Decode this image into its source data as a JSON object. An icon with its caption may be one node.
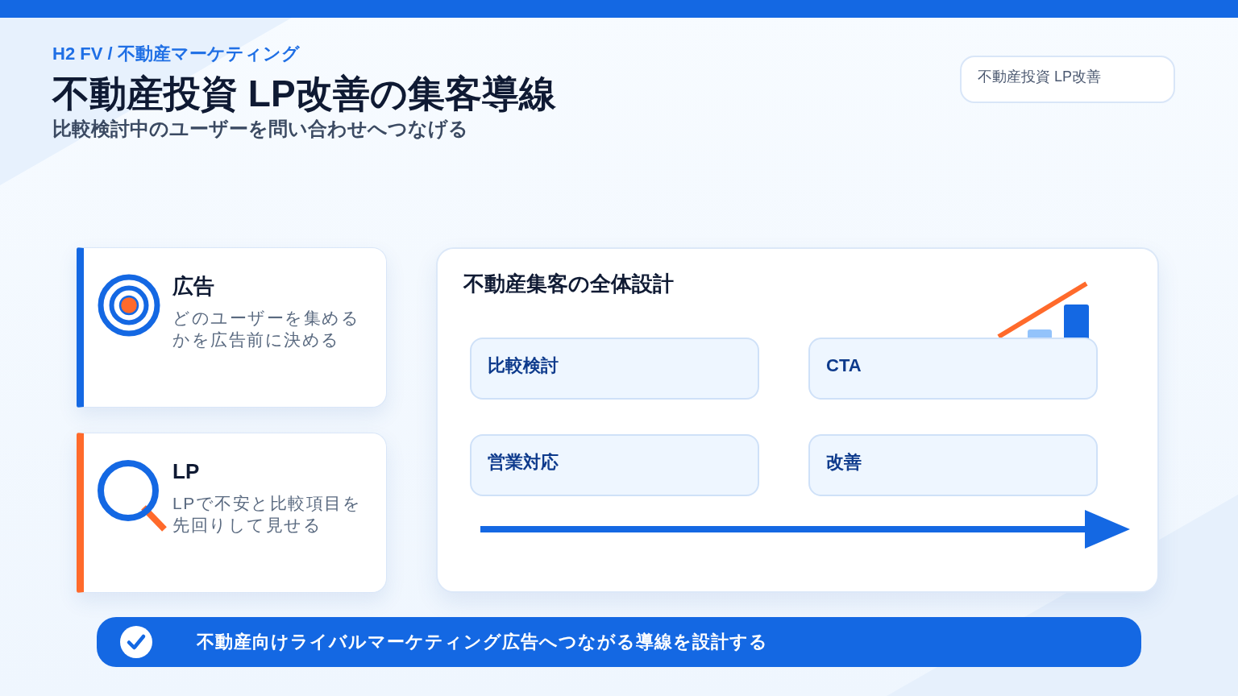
{
  "diagram": {
    "title": "不動産投資 LP改善の集客導線",
    "nodes": [
      {
        "text": [
          "不動産投資 LP改善"
        ]
      },
      {
        "text": [
          "広告",
          "どのユーザーを集めるかを広告前に決める"
        ]
      },
      {
        "text": [
          "LP",
          "LPで不安と比較項目を先回りして見せる"
        ]
      },
      {
        "text": [
          "不動産集客の全体設計"
        ]
      },
      {
        "text": [
          "比較検討"
        ],
        "in": 3
      },
      {
        "text": [
          "CTA"
        ],
        "in": 3
      },
      {
        "text": [
          "営業対応"
        ],
        "in": 3
      },
      {
        "text": [
          "改善"
        ],
        "in": 3
      },
      {
        "text": [
          "不動産向けライバルマーケティング広告へつながる導線を設計する"
        ]
      }
    ],
    "labels": [
      "H2 FV / 不動産マーケティング",
      "比較検討中のユーザーを問い合わせへつなげる"
    ]
  }
}
